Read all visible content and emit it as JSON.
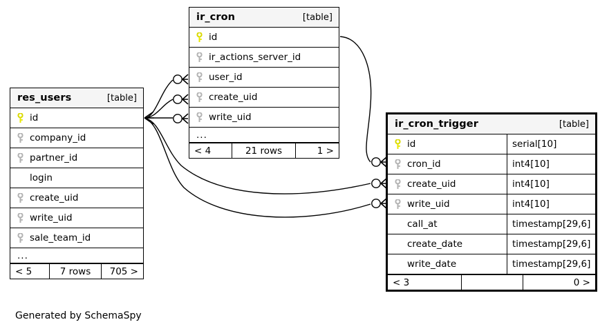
{
  "diagram": {
    "credit": "Generated by SchemaSpy",
    "kind_label": "[table]",
    "ellipsis": "...",
    "colors": {
      "primary_key": "#e8e800",
      "foreign_key": "#b3b3b3",
      "header_background": "#f5f5f5",
      "border": "#000000",
      "canvas": "#ffffff"
    }
  },
  "tables": {
    "res_users": {
      "name": "res_users",
      "kind": "[table]",
      "emphasis": false,
      "columns": [
        {
          "name": "id",
          "key": "primary",
          "type": ""
        },
        {
          "name": "company_id",
          "key": "foreign",
          "type": ""
        },
        {
          "name": "partner_id",
          "key": "foreign",
          "type": ""
        },
        {
          "name": "login",
          "key": "none",
          "type": ""
        },
        {
          "name": "create_uid",
          "key": "foreign",
          "type": ""
        },
        {
          "name": "write_uid",
          "key": "foreign",
          "type": ""
        },
        {
          "name": "sale_team_id",
          "key": "foreign",
          "type": ""
        }
      ],
      "has_more": true,
      "footer": {
        "prev": "< 5",
        "middle": "7 rows",
        "next": "705 >"
      }
    },
    "ir_cron": {
      "name": "ir_cron",
      "kind": "[table]",
      "emphasis": false,
      "columns": [
        {
          "name": "id",
          "key": "primary",
          "type": ""
        },
        {
          "name": "ir_actions_server_id",
          "key": "foreign",
          "type": ""
        },
        {
          "name": "user_id",
          "key": "foreign",
          "type": ""
        },
        {
          "name": "create_uid",
          "key": "foreign",
          "type": ""
        },
        {
          "name": "write_uid",
          "key": "foreign",
          "type": ""
        }
      ],
      "has_more": true,
      "footer": {
        "prev": "< 4",
        "middle": "21 rows",
        "next": "1 >"
      }
    },
    "ir_cron_trigger": {
      "name": "ir_cron_trigger",
      "kind": "[table]",
      "emphasis": true,
      "columns": [
        {
          "name": "id",
          "key": "primary",
          "type": "serial[10]"
        },
        {
          "name": "cron_id",
          "key": "foreign",
          "type": "int4[10]"
        },
        {
          "name": "create_uid",
          "key": "foreign",
          "type": "int4[10]"
        },
        {
          "name": "write_uid",
          "key": "foreign",
          "type": "int4[10]"
        },
        {
          "name": "call_at",
          "key": "none",
          "type": "timestamp[29,6]"
        },
        {
          "name": "create_date",
          "key": "none",
          "type": "timestamp[29,6]"
        },
        {
          "name": "write_date",
          "key": "none",
          "type": "timestamp[29,6]"
        }
      ],
      "has_more": false,
      "footer": {
        "prev": "< 3",
        "middle": "",
        "next": "0 >"
      }
    }
  },
  "relationships": [
    {
      "from_table": "res_users",
      "from_column": "id",
      "to_table": "ir_cron",
      "to_column": "user_id"
    },
    {
      "from_table": "res_users",
      "from_column": "id",
      "to_table": "ir_cron",
      "to_column": "create_uid"
    },
    {
      "from_table": "res_users",
      "from_column": "id",
      "to_table": "ir_cron",
      "to_column": "write_uid"
    },
    {
      "from_table": "res_users",
      "from_column": "id",
      "to_table": "ir_cron_trigger",
      "to_column": "create_uid"
    },
    {
      "from_table": "res_users",
      "from_column": "id",
      "to_table": "ir_cron_trigger",
      "to_column": "write_uid"
    },
    {
      "from_table": "ir_cron",
      "from_column": "id",
      "to_table": "ir_cron_trigger",
      "to_column": "cron_id"
    }
  ]
}
